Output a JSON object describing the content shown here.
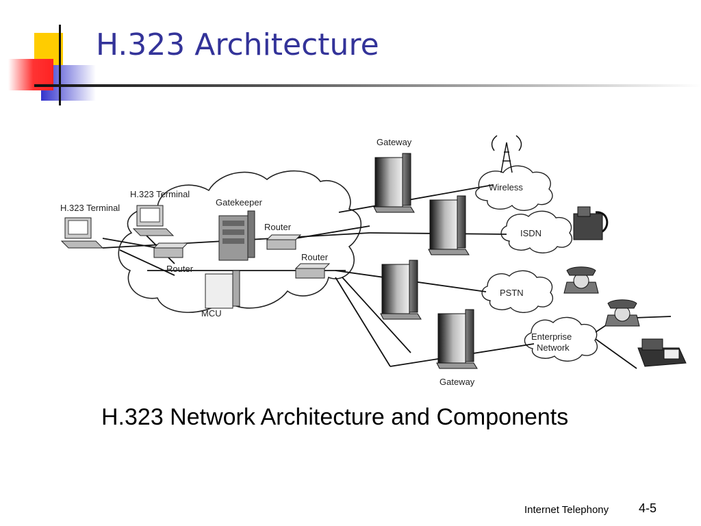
{
  "slide": {
    "title": "H.323 Architecture",
    "caption": "H.323 Network Architecture and Components",
    "footer": "Internet Telephony",
    "page_number": "4-5"
  },
  "diagram": {
    "labels": {
      "terminal_left": "H.323 Terminal",
      "terminal_mid": "H.323 Terminal",
      "gatekeeper": "Gatekeeper",
      "router_left": "Router",
      "router_top": "Router",
      "router_mid": "Router",
      "mcu": "MCU",
      "gateway_top": "Gateway",
      "gateway_bottom": "Gateway",
      "wireless": "Wireless",
      "isdn": "ISDN",
      "pstn": "PSTN",
      "enterprise_1": "Enterprise",
      "enterprise_2": "Network"
    }
  },
  "colors": {
    "title": "#333399",
    "logo_yellow": "#ffcc00",
    "logo_red": "#ff3333",
    "logo_blue": "#3333cc"
  },
  "icons": [
    "computer-terminal-icon",
    "server-icon",
    "router-icon",
    "cloud-icon",
    "telephone-icon",
    "fax-icon",
    "antenna-icon"
  ]
}
